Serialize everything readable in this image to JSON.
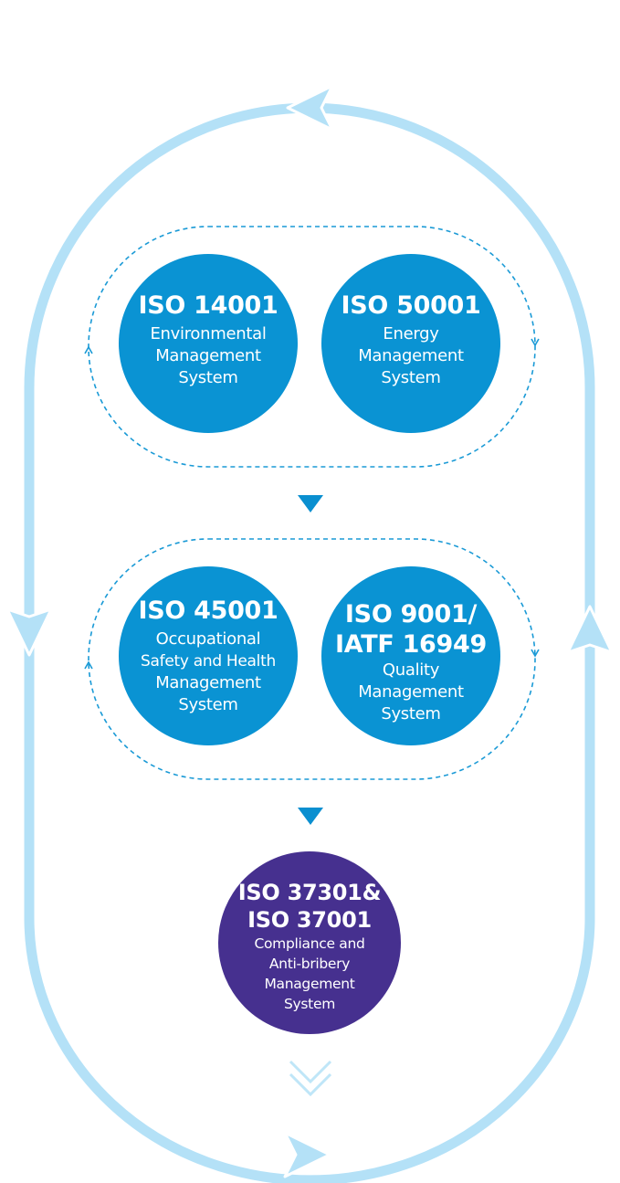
{
  "colors": {
    "outer_loop": "#b4e1f7",
    "dashed_loop": "#1a9ad6",
    "blue_circle": "#0a93d3",
    "purple_circle": "#46308f",
    "down_triangle": "#0a8fd0",
    "chevrons": "#bfe6f8"
  },
  "circles": {
    "iso14001": {
      "title": "ISO 14001",
      "desc_1": "Environmental",
      "desc_2": "Management",
      "desc_3": "System"
    },
    "iso50001": {
      "title": "ISO 50001",
      "desc_1": "Energy",
      "desc_2": "Management",
      "desc_3": "System"
    },
    "iso45001": {
      "title": "ISO 45001",
      "desc_1": "Occupational",
      "desc_2": "Safety and Health",
      "desc_3": "Management",
      "desc_4": "System"
    },
    "iso9001": {
      "title_1": "ISO 9001/",
      "title_2": "IATF 16949",
      "desc_1": "Quality",
      "desc_2": "Management",
      "desc_3": "System"
    },
    "iso37301": {
      "title_1": "ISO 37301&",
      "title_2": "ISO 37001",
      "desc_1": "Compliance and",
      "desc_2": "Anti-bribery",
      "desc_3": "Management",
      "desc_4": "System"
    }
  }
}
